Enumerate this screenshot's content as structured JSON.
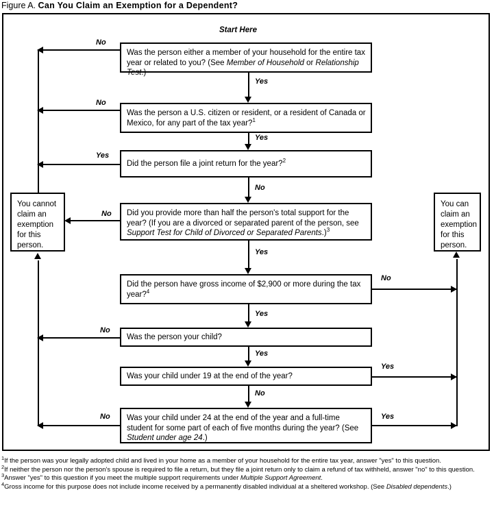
{
  "figure": {
    "label": "Figure A.",
    "title": "Can You Claim an Exemption for a Dependent?"
  },
  "start_label": "Start Here",
  "questions": [
    {
      "id": "q1-household-relationship",
      "line1": "Was the person either a member of your household for the entire tax",
      "line2_pre": "year or related to you? (See ",
      "line2_em1": "Member of Household",
      "line2_mid": " or ",
      "line2_em2": "Relationship Test",
      "line2_post": ".)",
      "yes_label": "Yes",
      "no_label": "No"
    },
    {
      "id": "q2-citizen-resident",
      "line1": "Was the person a U.S. citizen or resident, or a resident of Canada or",
      "line2_pre": "Mexico, for any part of the tax year?",
      "footnote_ref": "1",
      "yes_label": "Yes",
      "no_label": "No"
    },
    {
      "id": "q3-joint-return",
      "line1_pre": "Did the person file a joint return for the year?",
      "footnote_ref": "2",
      "yes_label": "Yes",
      "no_label": "No"
    },
    {
      "id": "q4-support-test",
      "line1": "Did you provide more than half the person's total support for the",
      "line2": "year? (If you are a divorced or separated parent of the person, see",
      "line3_em": "Support Test for Child of Divorced or Separated Parents",
      "line3_post": ".)",
      "footnote_ref": "3",
      "yes_label": "Yes",
      "no_label": "No"
    },
    {
      "id": "q5-gross-income",
      "line1": "Did the person have gross income of $2,900 or more during the tax",
      "line2_pre": "year?",
      "footnote_ref": "4",
      "yes_label": "Yes",
      "no_label": "No"
    },
    {
      "id": "q6-your-child",
      "line1": "Was the person your child?",
      "yes_label": "Yes",
      "no_label": "No"
    },
    {
      "id": "q7-under-19",
      "line1": "Was your child under 19 at the end of the year?",
      "yes_label": "Yes",
      "no_label": "No"
    },
    {
      "id": "q8-under-24-student",
      "line1": "Was your child under 24 at the end of the year and a full-time",
      "line2": "student for some part of each of five months during the year? (See",
      "line3_em": "Student under age 24",
      "line3_post": ".)",
      "yes_label": "Yes",
      "no_label": "No"
    }
  ],
  "terminals": {
    "cannot_claim": "You cannot claim an exemption for this person.",
    "can_claim": "You can claim an exemption for this person."
  },
  "edge_labels": {
    "no_q1": "No",
    "yes_q1": "Yes",
    "no_q2": "No",
    "yes_q2": "Yes",
    "yes_q3_left": "Yes",
    "no_q3_down": "No",
    "no_q4": "No",
    "yes_q4": "Yes",
    "no_q5_right": "No",
    "yes_q5": "Yes",
    "no_q6": "No",
    "yes_q6": "Yes",
    "yes_q7_right": "Yes",
    "no_q7_down": "No",
    "no_q8": "No",
    "yes_q8": "Yes"
  },
  "footnotes": [
    {
      "marker": "1",
      "text": "If the person was your legally adopted child and lived in your home as a member of your household for the entire tax year, answer \"yes\" to this question."
    },
    {
      "marker": "2",
      "text": "If neither the person nor the person's spouse is required to file a return, but they file a joint return only to claim a refund of tax withheld, answer \"no\" to this question."
    },
    {
      "marker": "3",
      "pre": "Answer \"yes\" to this question if you meet the multiple support requirements under ",
      "em": "Multiple Support Agreement",
      "post": "."
    },
    {
      "marker": "4",
      "pre": "Gross income for this purpose does not include income received by a permanently disabled individual at a sheltered workshop. (See ",
      "em": "Disabled dependents",
      "post": ".)"
    }
  ]
}
